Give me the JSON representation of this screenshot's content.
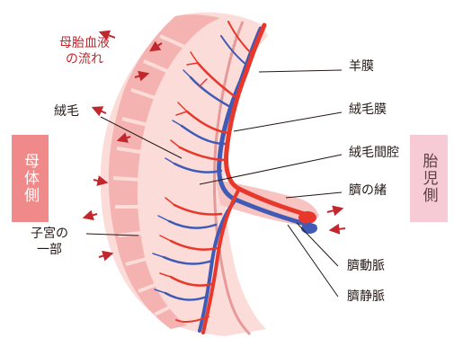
{
  "colors": {
    "maternal_tissue": "#f4b3b0",
    "maternal_tissue_light": "#fbdcd8",
    "artery": "#e8372b",
    "vein": "#3f5bb5",
    "flow_arrow": "#c1272d",
    "mother_side_box": "#f08a8a",
    "fetal_side_box": "#f6cbd6",
    "leader_line": "#231815",
    "label_red": "#c1272d"
  },
  "labels": {
    "maternal_blood_flow": [
      "母胎血液",
      "の流れ"
    ],
    "amnion": "羊膜",
    "villus": "絨毛",
    "chorion": "絨毛膜",
    "intervillous_space": "絨毛間腔",
    "umbilical_cord": "臍の緒",
    "uterus_part": [
      "子宮の",
      "一部"
    ],
    "umbilical_artery": "臍動脈",
    "umbilical_vein": "臍静脈",
    "mother_side": "母体側",
    "fetal_side": "胎児側"
  },
  "icons": [
    "flow-arrow-icon"
  ]
}
